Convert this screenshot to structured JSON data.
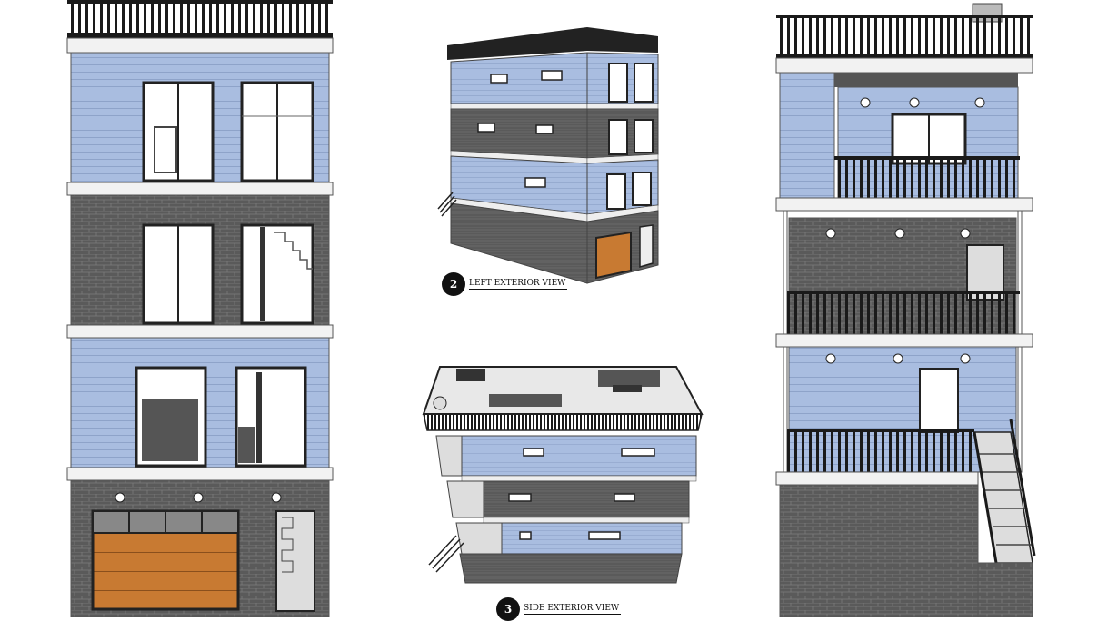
{
  "colors": {
    "siding": "#a9bde0",
    "siding_line": "#8ea3c9",
    "brick": "#5a5a5a",
    "brick_line": "#7a7a7a",
    "slab": "#f2f2f2",
    "railing": "#1a1a1a",
    "garage_door": "#c87a32",
    "window_frame": "#222222",
    "roof": "#222222"
  },
  "views": {
    "left_exterior": {
      "number": "2",
      "label": "LEFT EXTERIOR VIEW"
    },
    "side_exterior": {
      "number": "3",
      "label": "SIDE EXTERIOR VIEW"
    }
  }
}
